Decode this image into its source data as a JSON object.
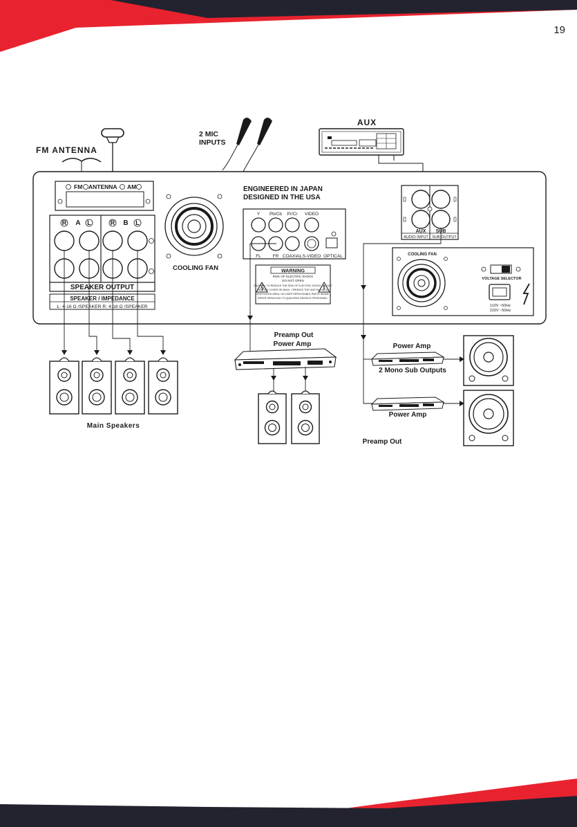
{
  "page": {
    "number": "19"
  },
  "colors": {
    "accent": "#e8232f",
    "dark": "#23232f",
    "ink": "#1a1a1a"
  },
  "labels": {
    "fm_antenna": "FM ANTENNA",
    "mic_inputs": [
      "2 MIC",
      "INPUTS"
    ],
    "aux": "AUX",
    "engineered": [
      "ENGINEERED IN JAPAN",
      "DESIGNED IN THE USA"
    ],
    "antenna_panel": {
      "fm": "FM",
      "antenna": "ANTENNA",
      "am": "AM"
    },
    "speaker_groups": {
      "a": "A",
      "b": "B",
      "r": "R",
      "l": "L"
    },
    "speaker_output": "SPEAKER OUTPUT",
    "impedance_title": "SPEAKER / IMPEDANCE",
    "impedance_values": "L: 4-16 Ω /SPEAKER   R: 4-16 Ω /SPEAKER",
    "cooling_fan": "COOLING FAN",
    "cooling_fan_small": "COOLING FAN",
    "video_top": [
      "Y",
      "Pb/Cb",
      "Pr/Cr",
      "VIDEO"
    ],
    "video_bottom": [
      "FL",
      "FR",
      "COAXIAL",
      "S-VIDEO",
      "OPTICAL"
    ],
    "warning_title": "WARNING",
    "warning_sub": [
      "RISK OF ELECTRIC SHOCK",
      "DO NOT OPEN"
    ],
    "warning_text": [
      "CAUTION: TO REDUCE THE RISK OF ELECTRIC SHOCK, DO NOT",
      "REMOVE COVER OR BACK. OPERATE THE UNIT IN A WELL",
      "VENTILATED AREA. NO USER SERVICEABLE PARTS INSIDE.",
      "REFER SERVICING TO QUALIFIED SERVICE PERSONNEL."
    ],
    "aux_jack": "AUX",
    "sub_jack": "SUB",
    "audio_input": "AUDIO INPUT",
    "sub_output": "SUB OUTPUT",
    "voltage_selector": "VOLTAGE SELECTOR",
    "voltage_values": [
      "110V ~60Hz",
      "220V ~50Hz"
    ],
    "preamp_power_amp": [
      "Preamp Out",
      "Power Amp"
    ],
    "power_amp_top": "Power Amp",
    "mono_sub": "2 Mono Sub Outputs",
    "power_amp_bottom": "Power Amp",
    "preamp_out_bottom": "Preamp Out",
    "main_speakers": "Main Speakers"
  }
}
